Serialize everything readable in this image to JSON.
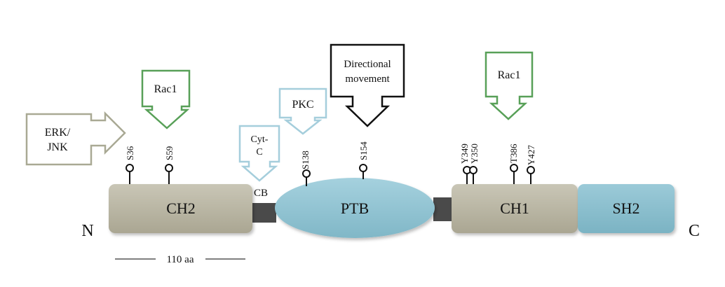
{
  "terminals": {
    "n": "N",
    "c": "C"
  },
  "domains": {
    "ch2": "CH2",
    "cb": "CB",
    "ptb": "PTB",
    "ch1": "CH1",
    "sh2": "SH2"
  },
  "sites": {
    "s36": "S36",
    "s59": "S59",
    "s138": "S138",
    "s154": "S154",
    "y349": "Y349",
    "y350": "Y350",
    "t386": "T386",
    "y427": "Y427"
  },
  "regulators": {
    "erk_line1": "ERK/",
    "erk_line2": "JNK",
    "rac1_left": "Rac1",
    "cytc_line1": "Cyt-",
    "cytc_line2": "C",
    "pkc": "PKC",
    "dir_line1": "Directional",
    "dir_line2": "movement",
    "rac1_right": "Rac1"
  },
  "scale_bar": {
    "label": "110 aa"
  },
  "colors": {
    "ch_domain": "#b5b19f",
    "sh2_domain": "#86bccb",
    "ptb_domain": "#8fc3d2",
    "linker": "#4a4a4a",
    "erk_arrow": "#a9a994",
    "rac1_arrow": "#58a058",
    "pkc_arrow": "#a5cedc",
    "dir_arrow": "#111111"
  }
}
